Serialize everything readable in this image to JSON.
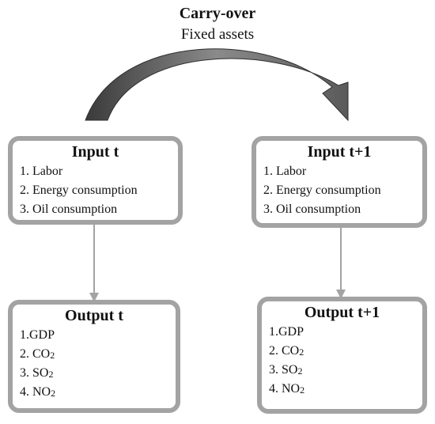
{
  "header": {
    "title": "Carry-over",
    "subtitle": "Fixed assets"
  },
  "boxes": {
    "input_t": {
      "title": "Input t",
      "items": [
        "1. Labor",
        "2. Energy consumption",
        "3. Oil consumption"
      ]
    },
    "input_t1": {
      "title": "Input t+1",
      "items": [
        "1. Labor",
        "2. Energy consumption",
        "3. Oil consumption"
      ]
    },
    "output_t": {
      "title": "Output t",
      "items": [
        {
          "main": "1.GDP",
          "sub": ""
        },
        {
          "main": "2. CO",
          "sub": "2"
        },
        {
          "main": "3. SO",
          "sub": "2"
        },
        {
          "main": "4. NO",
          "sub": "2"
        }
      ]
    },
    "output_t1": {
      "title": "Output t+1",
      "items": [
        {
          "main": "1.GDP",
          "sub": ""
        },
        {
          "main": "2. CO",
          "sub": "2"
        },
        {
          "main": "3. SO",
          "sub": "2"
        },
        {
          "main": "4. NO",
          "sub": "2"
        }
      ]
    }
  },
  "colors": {
    "box_border": "#a3a3a3",
    "connector": "#a3a3a3",
    "carry_arrow_dark": "#3a3a3a",
    "carry_arrow_light": "#8a8a8a"
  }
}
